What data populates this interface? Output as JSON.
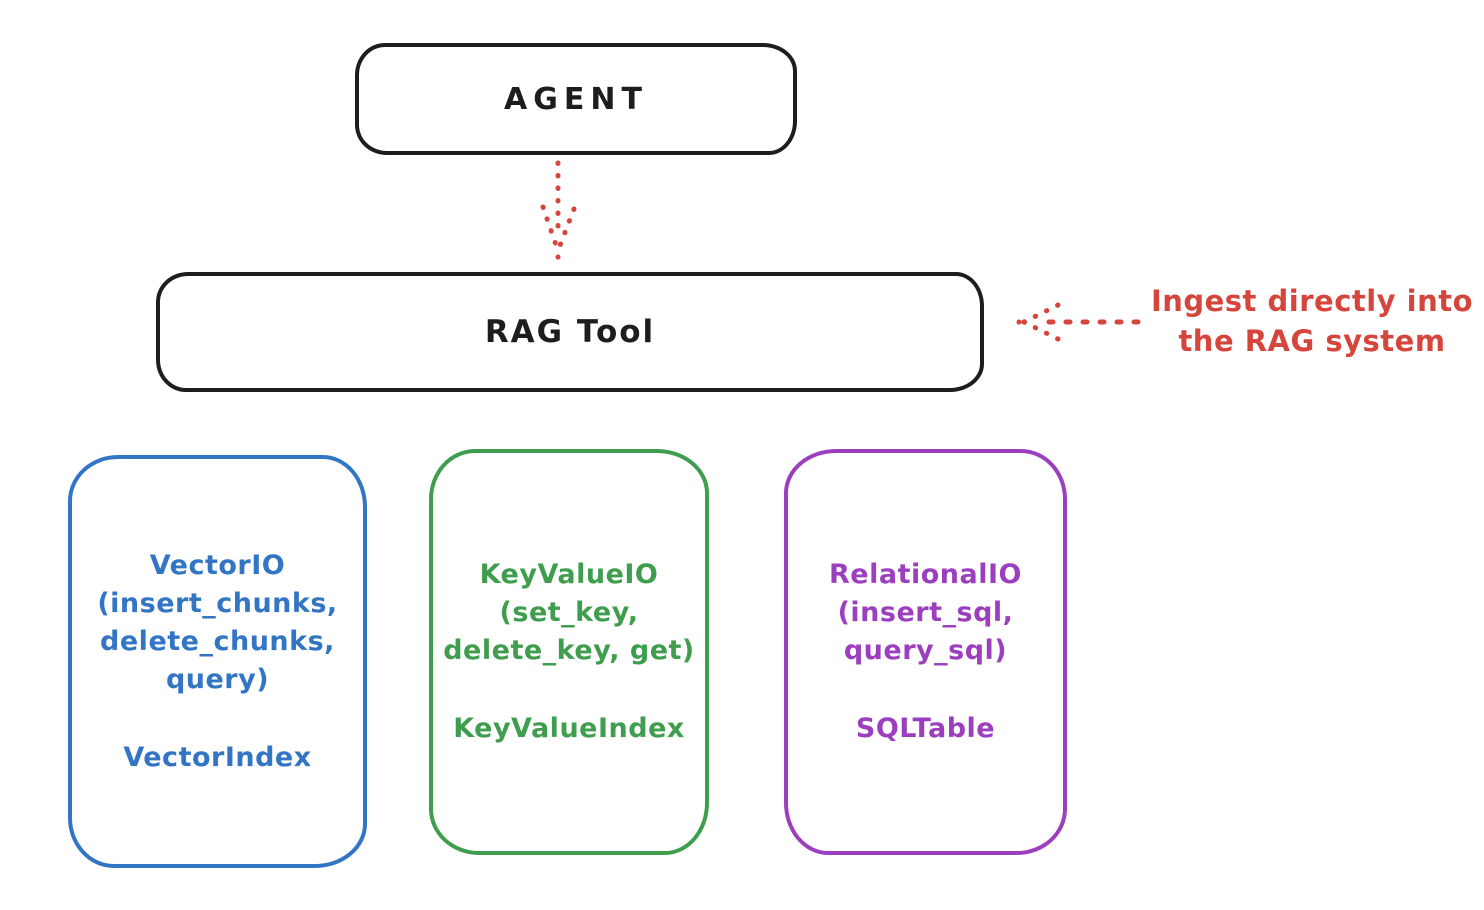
{
  "diagram": {
    "agent": {
      "label": "AGENT"
    },
    "rag": {
      "label": "RAG Tool"
    },
    "annotation": {
      "line1": "Ingest directly into",
      "line2": "the RAG system"
    },
    "nodes": [
      {
        "name": "vector-io",
        "lines": [
          "VectorIO",
          "(insert_chunks,",
          "delete_chunks,",
          "query)"
        ],
        "footer": "VectorIndex",
        "color": "#3375c5"
      },
      {
        "name": "key-value-io",
        "lines": [
          "KeyValueIO",
          "(set_key,",
          "delete_key, get)"
        ],
        "footer": "KeyValueIndex",
        "color": "#3f9e4e"
      },
      {
        "name": "relational-io",
        "lines": [
          "RelationalIO",
          "(insert_sql,",
          "query_sql)"
        ],
        "footer": "SQLTable",
        "color": "#9c3fbf"
      }
    ],
    "icons": {
      "down_arrow": "dotted-arrow-down",
      "left_arrow": "dotted-arrow-left"
    },
    "colors": {
      "stroke": "#1d1d1d",
      "red": "#d6453c",
      "blue": "#3375c5",
      "green": "#3f9e4e",
      "purple": "#9c3fbf"
    }
  }
}
